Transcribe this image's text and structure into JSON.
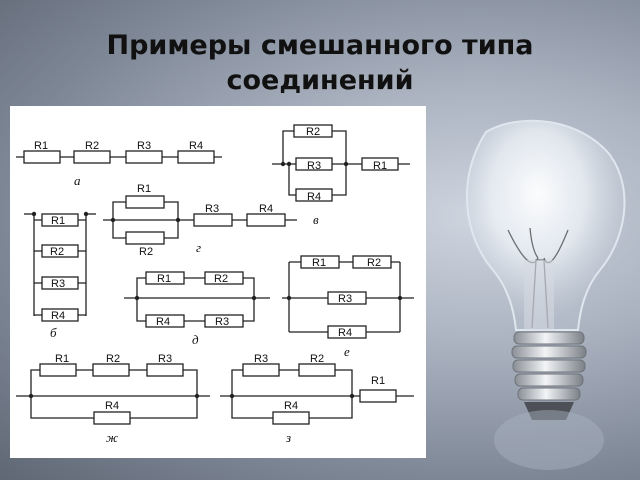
{
  "title": "Примеры смешанного типа соединений",
  "diagrams": {
    "a": {
      "caption": "а",
      "resistors": [
        "R1",
        "R2",
        "R3",
        "R4"
      ]
    },
    "b": {
      "caption": "б",
      "resistors": [
        "R1",
        "R2",
        "R3",
        "R4"
      ]
    },
    "v": {
      "caption": "в",
      "resistors": [
        "R2",
        "R3",
        "R4",
        "R1"
      ]
    },
    "g": {
      "caption": "г",
      "resistors": [
        "R1",
        "R2",
        "R3",
        "R4"
      ]
    },
    "d": {
      "caption": "д",
      "resistors": [
        "R1",
        "R2",
        "R4",
        "R3"
      ]
    },
    "e": {
      "caption": "е",
      "resistors": [
        "R1",
        "R2",
        "R3",
        "R4"
      ]
    },
    "zh": {
      "caption": "ж",
      "resistors": [
        "R1",
        "R2",
        "R3",
        "R4"
      ]
    },
    "z": {
      "caption": "з",
      "resistors": [
        "R3",
        "R2",
        "R1",
        "R4"
      ]
    }
  },
  "colors": {
    "text": "#111111",
    "panel": "#ffffff",
    "wire": "#222222"
  }
}
